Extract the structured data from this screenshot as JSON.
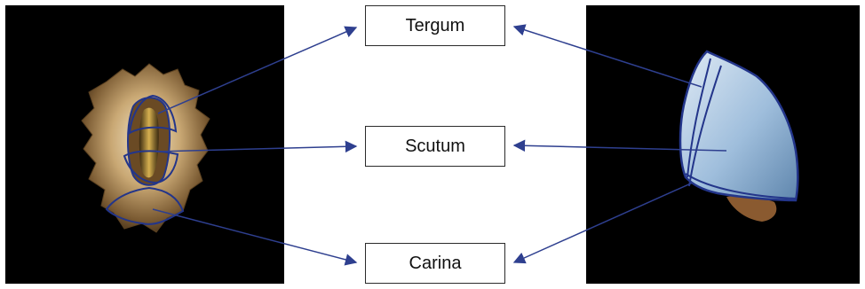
{
  "labels": {
    "tergum": "Tergum",
    "scutum": "Scutum",
    "carina": "Carina"
  },
  "colors": {
    "arrow": "#2e3f8f",
    "outline": "#23358a",
    "panel": "#000000"
  }
}
